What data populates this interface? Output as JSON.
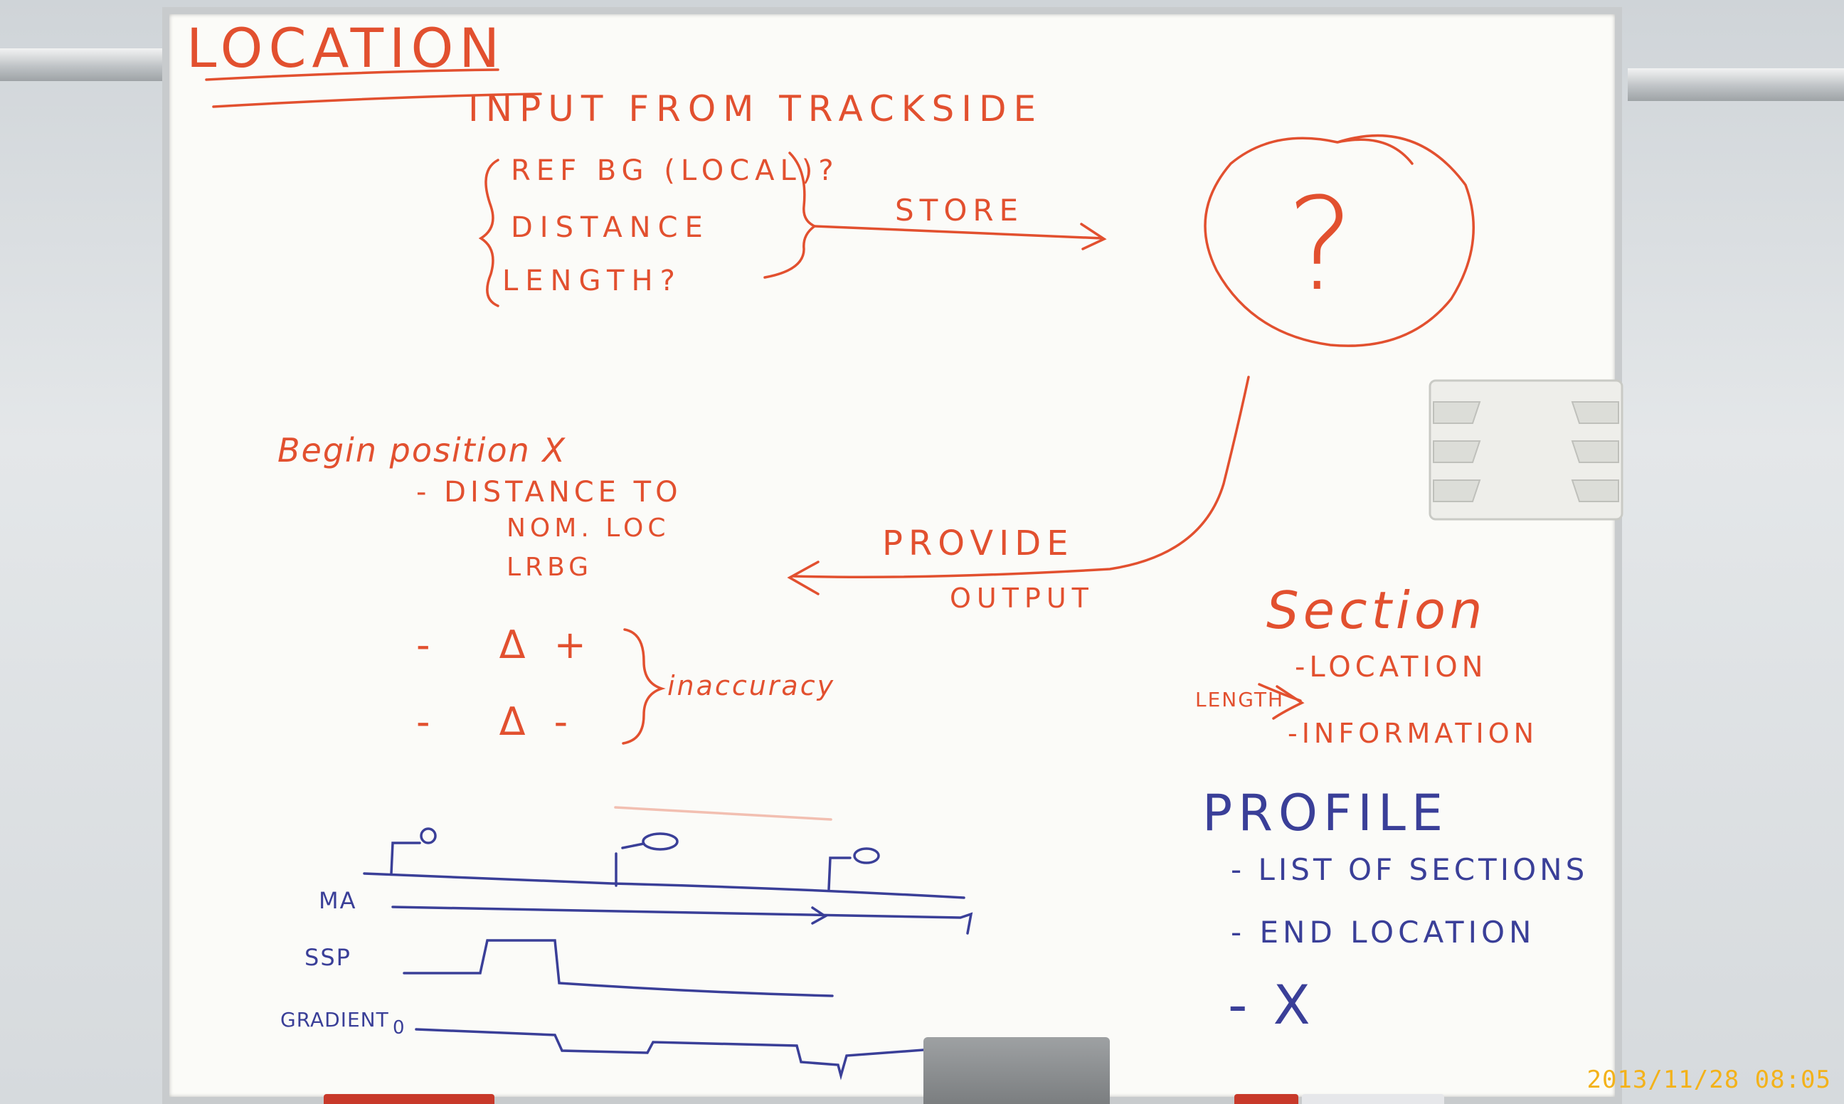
{
  "board": {
    "title": "LOCATION",
    "input_heading": "INPUT FROM TRACKSIDE",
    "inputs": [
      "REF BG (LOCAL)?",
      "DISTANCE",
      "LENGTH?"
    ],
    "store_label": "STORE",
    "question_mark": "?",
    "provide_label": "PROVIDE",
    "output_label": "OUTPUT",
    "begin_heading": "Begin position X",
    "begin_items": [
      "- DISTANCE TO",
      "NOM. LOC",
      "LRBG"
    ],
    "delta_plus": "- Δ+",
    "delta_minus": "- Δ-",
    "inaccuracy_label": "inaccuracy",
    "section_heading": "Section",
    "section_items": [
      "-LOCATION",
      "-INFORMATION"
    ],
    "length_label": "LENGTH",
    "profile_heading": "PROFILE",
    "profile_items": [
      "- LIST OF SECTIONS",
      "- END LOCATION",
      "- X"
    ],
    "track_labels": [
      "MA",
      "SSP",
      "GRADIENT"
    ],
    "gradient_zero": "0"
  },
  "timestamp": "2013/11/28 08:05",
  "colors": {
    "red_marker": "#e2502f",
    "blue_marker": "#3a3f98",
    "timestamp": "#f3b21a"
  }
}
